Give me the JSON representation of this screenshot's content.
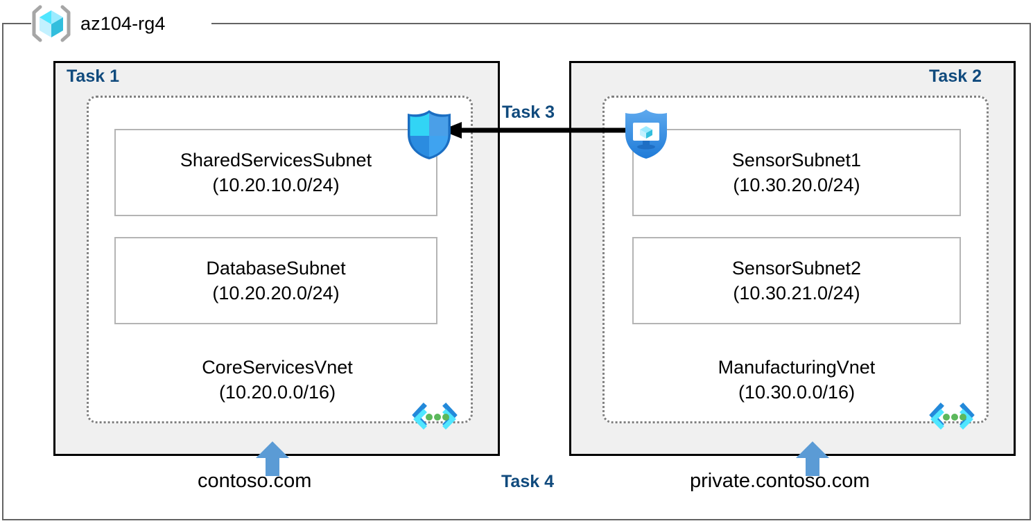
{
  "resource_group": {
    "name": "az104-rg4",
    "icon": "azure-resource-group-icon"
  },
  "tasks": {
    "task1_label": "Task 1",
    "task2_label": "Task 2",
    "task3_label": "Task 3",
    "task4_label": "Task 4"
  },
  "vnets": [
    {
      "task": "Task 1",
      "name": "CoreServicesVnet",
      "cidr": "(10.20.0.0/16)",
      "icon": "virtual-network-icon",
      "subnets": [
        {
          "name": "SharedServicesSubnet",
          "cidr": "(10.20.10.0/24)"
        },
        {
          "name": "DatabaseSubnet",
          "cidr": "(10.20.20.0/24)"
        }
      ],
      "dns_zone": "contoso.com"
    },
    {
      "task": "Task 2",
      "name": "ManufacturingVnet",
      "cidr": "(10.30.0.0/16)",
      "icon": "virtual-network-icon",
      "subnets": [
        {
          "name": "SensorSubnet1",
          "cidr": "(10.30.20.0/24)"
        },
        {
          "name": "SensorSubnet2",
          "cidr": "(10.30.21.0/24)"
        }
      ],
      "dns_zone": "private.contoso.com"
    }
  ],
  "icons": {
    "shield": "shield-icon",
    "vm_shield": "protected-virtual-machine-icon",
    "arrow_left": "left-arrow-connector",
    "arrow_up": "up-arrow-marker"
  },
  "colors": {
    "task_label": "#104A7D",
    "task_box_fill": "#f0f0f0",
    "task_box_border": "#000000",
    "vnet_border": "#808080",
    "subnet_border": "#b4b4b4",
    "frame_border": "#636363",
    "dns_arrow": "#5B9BD5",
    "vnet_icon_blue": "#2389DA",
    "vnet_icon_cyan": "#50E6FF",
    "vnet_icon_green": "#5CB85C"
  }
}
